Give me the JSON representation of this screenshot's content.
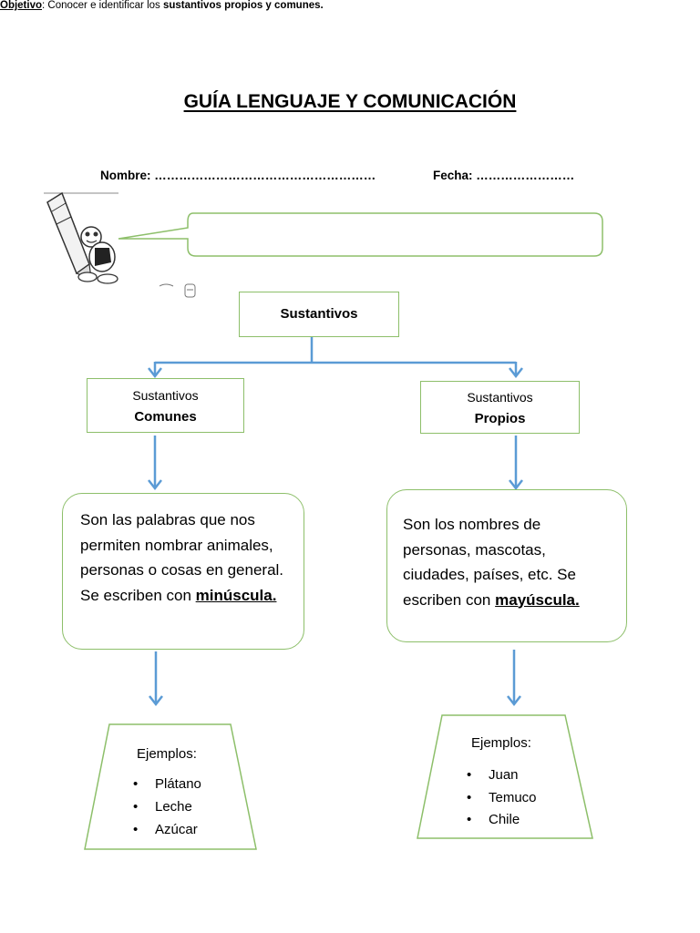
{
  "header": {
    "title": "GUÍA  LENGUAJE Y COMUNICACIÓN",
    "nombre": "Nombre: ………………………………………………",
    "fecha": "Fecha: ……………………"
  },
  "objective": {
    "label": "Objetivo",
    "separator": ": ",
    "text_prefix": "Conocer e identificar los ",
    "text_bold": "sustantivos propios y comunes."
  },
  "diagram": {
    "root": "Sustantivos",
    "branches": [
      {
        "line1": "Sustantivos",
        "line2": "Comunes",
        "definition_text": "Son las palabras que nos permiten nombrar animales, personas o cosas en general. Se escriben con",
        "definition_emphasis": "minúscula.",
        "examples_label": "Ejemplos:",
        "examples": [
          "Plátano",
          "Leche",
          "Azúcar"
        ]
      },
      {
        "line1": "Sustantivos",
        "line2": "Propios",
        "definition_text": "Son los nombres de personas, mascotas, ciudades, países, etc. Se escriben con",
        "definition_emphasis": "mayúscula.",
        "examples_label": "Ejemplos:",
        "examples": [
          "Juan",
          "Temuco",
          "Chile"
        ]
      }
    ]
  },
  "colors": {
    "box_border": "#8dbf6a",
    "arrow": "#5b9bd5"
  },
  "icons": [
    "turtle-pencil-mascot"
  ]
}
